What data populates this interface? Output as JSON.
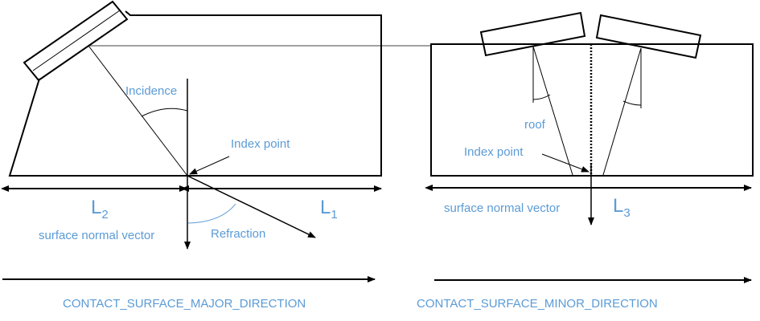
{
  "colors": {
    "label": "#5b9bd5",
    "line": "#000000"
  },
  "labels": {
    "incidence": "Incidence",
    "index_point_left": "Index point",
    "refraction": "Refraction",
    "l2_main": "L",
    "l2_sub": "2",
    "l1_main": "L",
    "l1_sub": "1",
    "snv_left": "surface normal vector",
    "roof": "roof",
    "index_point_right": "Index point",
    "snv_right": "surface normal vector",
    "l3_main": "L",
    "l3_sub": "3",
    "major_direction": "CONTACT_SURFACE_MAJOR_DIRECTION",
    "minor_direction": "CONTACT_SURFACE_MINOR_DIRECTION"
  }
}
